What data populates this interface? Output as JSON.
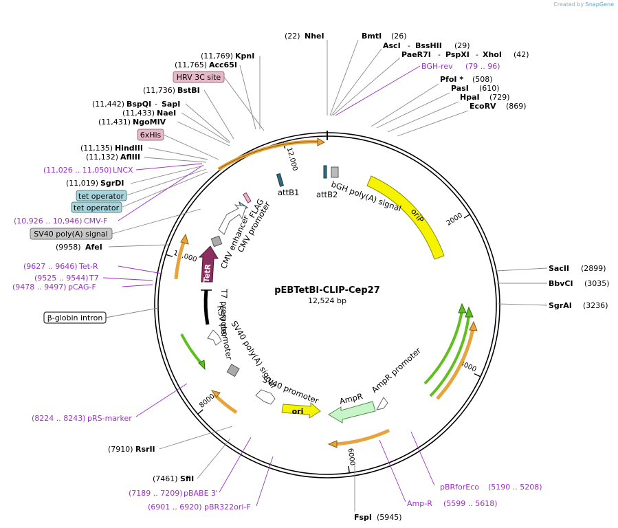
{
  "brand": {
    "prefix": "Created by",
    "name": "SnapGene"
  },
  "plasmid": {
    "name": "pEBTetBI-CLIP-Cep27",
    "size": "12,524 bp",
    "bp": 12524
  },
  "colors": {
    "primer": "#9b30c8",
    "orip": "#f5f300",
    "green": "#5fbf1f",
    "orange": "#e8a43c",
    "tetr": "#8a2f5f",
    "ampr": "#c8f5c8",
    "ori": "#f5f300",
    "his": "#e8b8c8",
    "tet_op": "#a8d4dc",
    "polya": "#c8c8c8"
  },
  "ticks": [
    {
      "label": "2000",
      "pos": 2000
    },
    {
      "label": "4000",
      "pos": 4000
    },
    {
      "label": "6000",
      "pos": 6000
    },
    {
      "label": "8000",
      "pos": 8000
    },
    {
      "label": "10,000",
      "pos": 10000
    },
    {
      "label": "12,000",
      "pos": 12000
    }
  ],
  "sites": [
    {
      "pos_label": "(22)",
      "name": "NheI"
    },
    {
      "name": "BmtI",
      "pos_label": "(26)"
    },
    {
      "name": "AscI",
      "sep": "-",
      "name2": "BssHII",
      "pos_label": "(29)"
    },
    {
      "name": "PaeR7I",
      "sep": "-",
      "name2": "PspXI",
      "name3": "XhoI",
      "pos_label": "(42)"
    },
    {
      "name": "PfoI *",
      "pos_label": "(508)"
    },
    {
      "name": "PasI",
      "pos_label": "(610)"
    },
    {
      "name": "HpaI",
      "pos_label": "(729)"
    },
    {
      "name": "EcoRV",
      "pos_label": "(869)"
    },
    {
      "name": "SacII",
      "pos_label": "(2899)"
    },
    {
      "name": "BbvCI",
      "pos_label": "(3035)"
    },
    {
      "name": "SgrAI",
      "pos_label": "(3236)"
    },
    {
      "name": "FspI",
      "pos_label": "(5945)"
    },
    {
      "pos_label": "(7910)",
      "name": "RsrII"
    },
    {
      "pos_label": "(7461)",
      "name": "SfiI"
    },
    {
      "pos_label": "(9958)",
      "name": "AfeI"
    },
    {
      "pos_label": "(11,019)",
      "name": "SgrDI"
    },
    {
      "pos_label": "(11,132)",
      "name": "AflIII"
    },
    {
      "pos_label": "(11,135)",
      "name": "HindIII"
    },
    {
      "pos_label": "(11,431)",
      "name": "NgoMIV"
    },
    {
      "pos_label": "(11,433)",
      "name": "NaeI"
    },
    {
      "pos_label": "(11,442)",
      "name": "BspQI",
      "sep": "-",
      "name2": "SapI"
    },
    {
      "pos_label": "(11,736)",
      "name": "BstBI"
    },
    {
      "pos_label": "(11,765)",
      "name": "Acc65I"
    },
    {
      "pos_label": "(11,769)",
      "name": "KpnI"
    }
  ],
  "primers": [
    {
      "name": "BGH-rev",
      "range": "(79 .. 96)"
    },
    {
      "name": "pBRforEco",
      "range": "(5190 .. 5208)"
    },
    {
      "name": "Amp-R",
      "range": "(5599 .. 5618)"
    },
    {
      "range": "(8224 .. 8243)",
      "name": "pRS-marker"
    },
    {
      "range": "(7189 .. 7209)",
      "name": "pBABE 3'"
    },
    {
      "range": "(6901 .. 6920)",
      "name": "pBR322ori-F"
    },
    {
      "range": "(9627 .. 9646)",
      "name": "Tet-R"
    },
    {
      "range": "(9525 .. 9544)",
      "name": "T7"
    },
    {
      "range": "(9478 .. 9497)",
      "name": "pCAG-F"
    },
    {
      "range": "(10,926 .. 10,946)",
      "name": "CMV-F"
    },
    {
      "range": "(11,026 .. 11,050)",
      "name": "LNCX"
    }
  ],
  "boxed_features": [
    {
      "label": "HRV 3C site"
    },
    {
      "label": "6xHis"
    },
    {
      "label": "tet operator"
    },
    {
      "label": "tet operator"
    },
    {
      "label": "SV40 poly(A) signal"
    },
    {
      "label": "β-globin intron"
    }
  ],
  "features": {
    "attb1": "attB1",
    "attb2": "attB2",
    "bgh": "bGH poly(A) signal",
    "orip": "oriP",
    "flag": "FLAG",
    "cmv_enh": "CMV enhancer",
    "cmv_prom": "CMV promoter",
    "tetr": "TetR",
    "t7": "T7 promoter",
    "rsv": "RSV promoter",
    "sv40pa": "SV40 poly(A) signal",
    "sv40p": "SV40 promoter",
    "ori": "ori",
    "ampr": "AmpR",
    "ampr_prom": "AmpR promoter"
  }
}
